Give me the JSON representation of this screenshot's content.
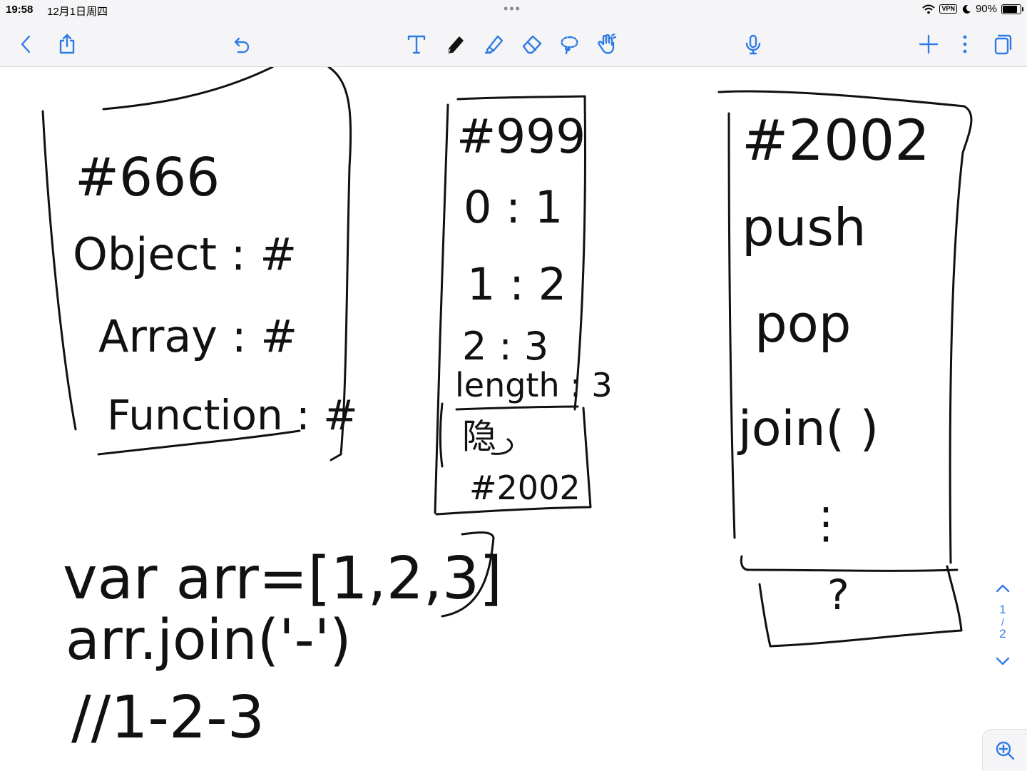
{
  "status_bar": {
    "time": "19:58",
    "date": "12月1日周四",
    "vpn_label": "VPN",
    "battery_text": "90%",
    "battery_level": 0.9
  },
  "toolbar": {
    "left_icons": [
      "back-icon",
      "share-icon",
      "undo-icon"
    ],
    "tools": [
      "text-tool-icon",
      "pen-tool-icon",
      "highlighter-tool-icon",
      "eraser-tool-icon",
      "lasso-tool-icon",
      "hand-tool-icon"
    ],
    "center_icon": "microphone-icon",
    "right_icons": [
      "add-icon",
      "more-icon",
      "pages-icon"
    ],
    "accent_color": "#2f7be5"
  },
  "canvas": {
    "box1": {
      "title": "#666",
      "lines": [
        "Object : #",
        "Array : #",
        "Function : #"
      ]
    },
    "box2": {
      "title": "#999",
      "lines": [
        "0 : 1",
        "1 : 2",
        "2 : 3",
        "length : 3"
      ],
      "proto_label": "隐",
      "proto_ref": "#2002"
    },
    "box3": {
      "title": "#2002",
      "lines": [
        "push",
        "pop",
        "join( )",
        "⋮"
      ],
      "proto_mark": "?"
    },
    "code": {
      "line1": "var arr=[1,2,3]",
      "line2": "arr.join('-')",
      "line3": "//1-2-3"
    }
  },
  "page_nav": {
    "current_page": "1",
    "separator": "/",
    "total_pages": "2"
  },
  "zoom_button": {
    "icon": "zoom-in-icon"
  }
}
